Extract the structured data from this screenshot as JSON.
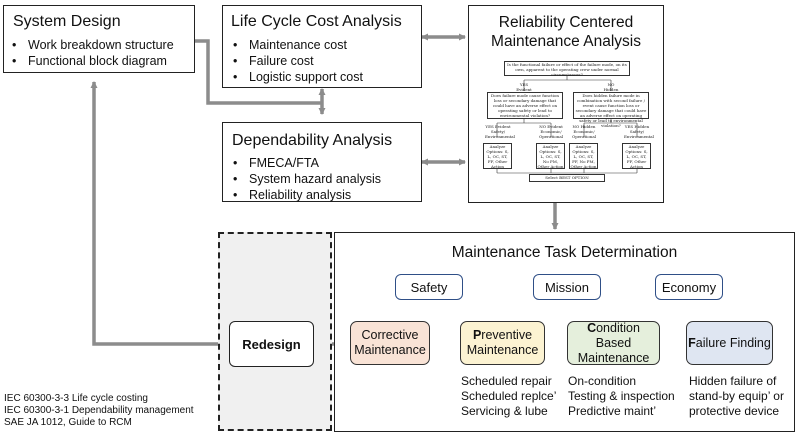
{
  "system_design": {
    "title": "System Design",
    "items": [
      "Work breakdown structure",
      "Functional block diagram"
    ]
  },
  "lcc": {
    "title": "Life Cycle Cost Analysis",
    "items": [
      "Maintenance cost",
      "Failure cost",
      "Logistic support cost"
    ]
  },
  "dependability": {
    "title": "Dependability Analysis",
    "items": [
      "FMECA/FTA",
      "System hazard analysis",
      "Reliability analysis"
    ]
  },
  "rcm": {
    "title_line1": "Reliability Centered",
    "title_line2": "Maintenance Analysis",
    "flow": {
      "q1": "Is the functional failure or effect of the failure mode, on its own, apparent to the operating crew under normal circumstances?",
      "yes_evident": "YES Evident",
      "no_hidden": "NO Hidden",
      "q2": "Does failure mode cause function loss or secondary damage that could have an adverse effect on operating safety or lead to environmental violation?",
      "q3": "Does hidden failure mode in combination with second failure / event cause function loss or secondary damage that could have an adverse effect on operating safety or lead to environmental violation?",
      "c1": "YES Evident Safety/ Environmental",
      "c2": "NO Evident Economic/ Operational",
      "c3": "NO Hidden Economic/ Operational",
      "c4": "YES Hidden Safety/ Environmental",
      "o1": "Analyze Options: S, L, OC, ST, FF, Other Action",
      "o2": "Analyze Options: S, L, OC, ST, No PM, Other Action",
      "o3": "Analyze Options: S, L, OC, ST, FF, No PM, Other Action",
      "o4": "Analyze Options: S, L, OC, ST, FF, Other Action",
      "select": "Select BEST OPTION"
    }
  },
  "mtd": {
    "title": "Maintenance Task Determination",
    "drivers": [
      "Safety",
      "Mission",
      "Economy"
    ],
    "tasks": [
      {
        "first": "",
        "rest": "Corrective\nMaintenance",
        "color": "#f9e3d6"
      },
      {
        "first": "P",
        "rest": "reventive\nMaintenance",
        "color": "#fcf3d2"
      },
      {
        "first": "C",
        "rest": "ondition Based\nMaintenance",
        "color": "#e5efdc"
      },
      {
        "first": "F",
        "rest": "ailure Finding",
        "color": "#dfe6f2"
      }
    ],
    "descriptions": [
      [
        "Scheduled repair",
        "Scheduled replce’",
        "Servicing & lube"
      ],
      [
        "On-condition",
        "Testing & inspection",
        "Predictive maint’"
      ],
      [
        "Hidden failure of",
        "stand-by equip’ or",
        "protective device"
      ]
    ]
  },
  "redesign": {
    "label": "Redesign"
  },
  "references": [
    "IEC 60300-3-3 Life cycle costing",
    "IEC 60300-3-1 Dependability management",
    "SAE JA 1012, Guide to RCM"
  ],
  "colors": {
    "connector_gray": "#8c8c8c",
    "driver_link_blue": "#4a78c4",
    "driver_border": "#2f4f87",
    "redesign_panel": "#f0f0f0"
  }
}
